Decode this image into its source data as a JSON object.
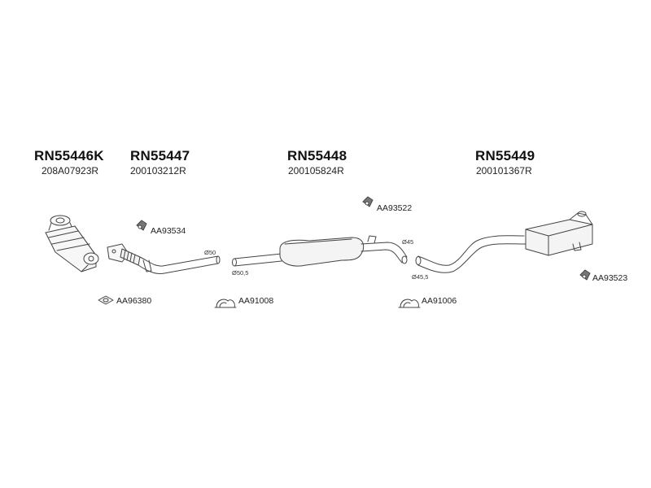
{
  "parts": [
    {
      "id": "RN55446K",
      "oem": "208A07923R"
    },
    {
      "id": "RN55447",
      "oem": "200103212R"
    },
    {
      "id": "RN55448",
      "oem": "200105824R"
    },
    {
      "id": "RN55449",
      "oem": "200101367R"
    }
  ],
  "accessories": {
    "gasket": "AA96380",
    "hanger_front": "AA93534",
    "clamp_1": "AA91008",
    "hanger_mid": "AA93522",
    "clamp_2": "AA91006",
    "hanger_rear": "AA93523"
  },
  "dimensions": {
    "d1": "Ø50",
    "d2": "Ø50,5",
    "d3": "Ø45",
    "d4": "Ø45,5"
  }
}
